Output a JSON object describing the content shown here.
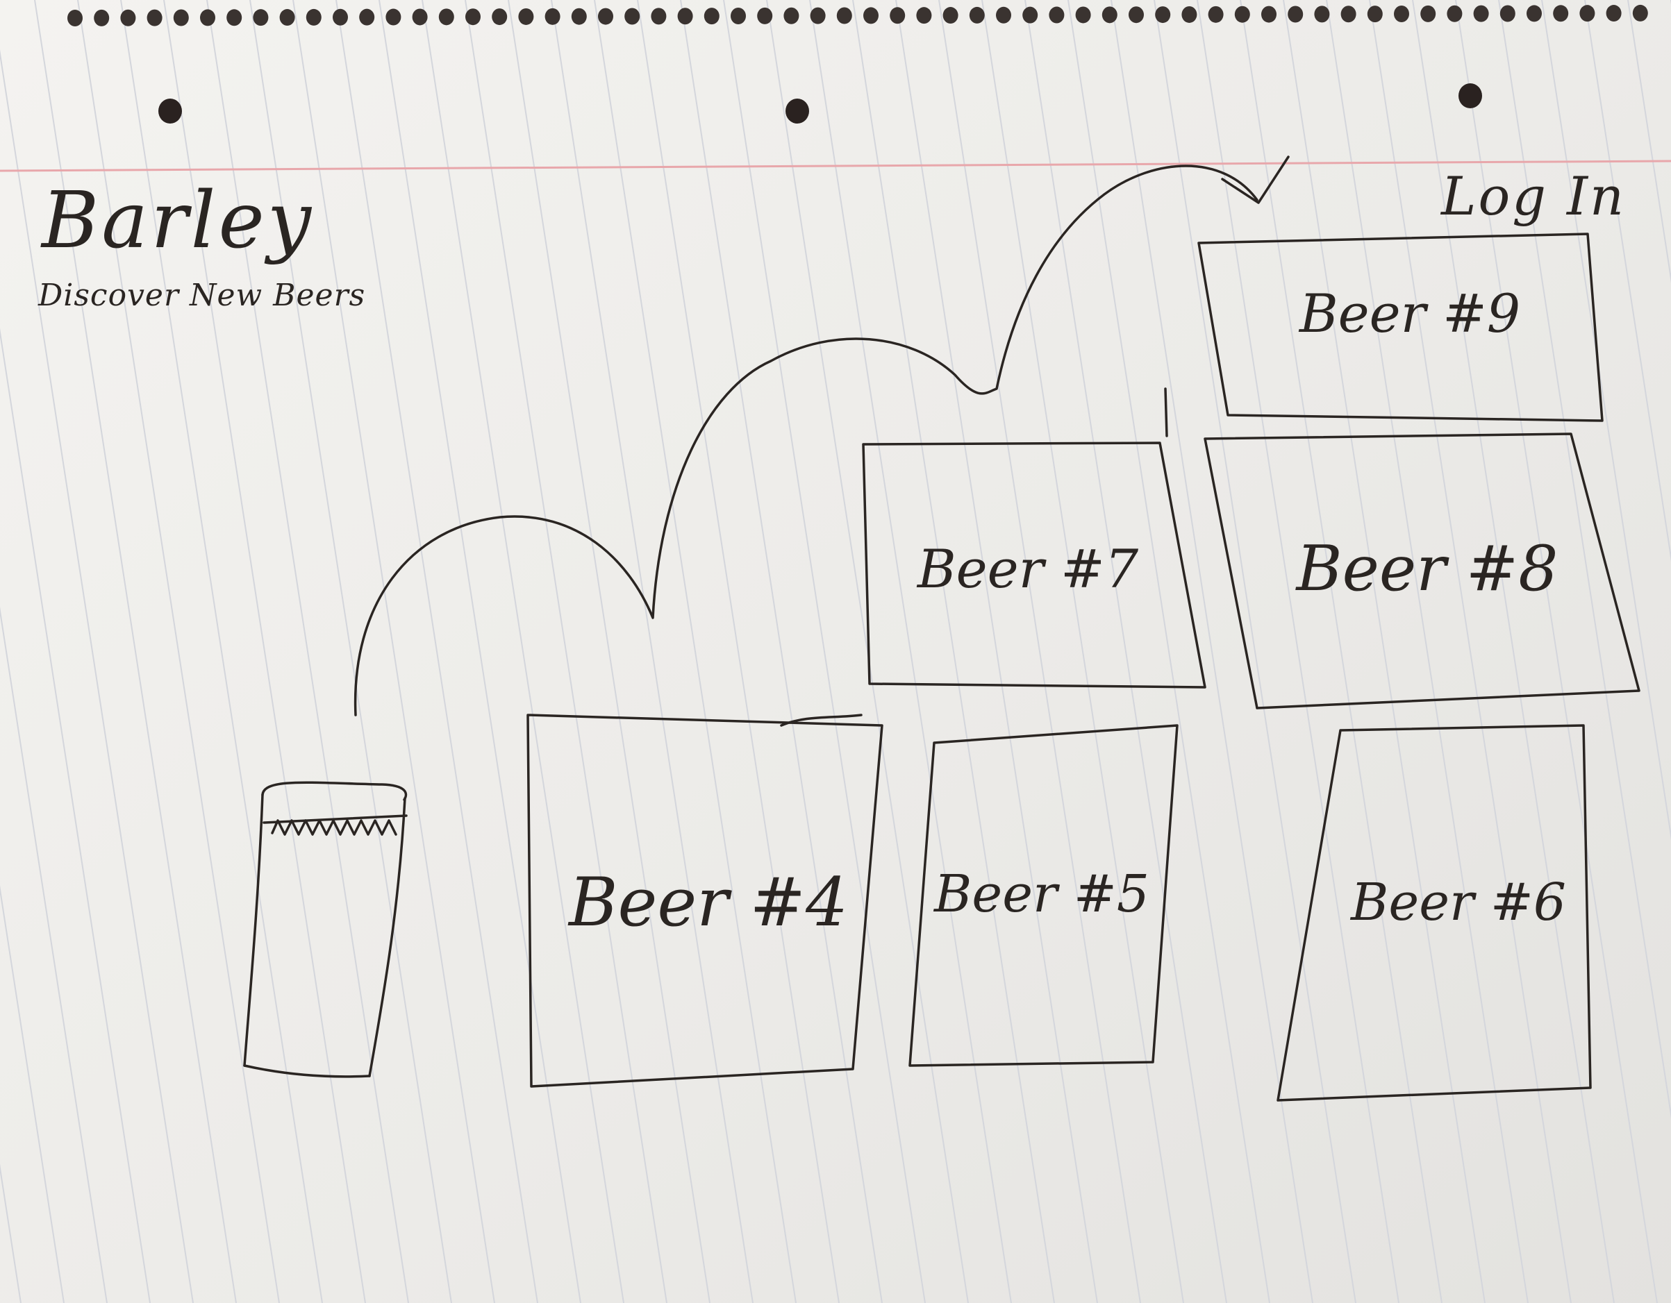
{
  "header": {
    "title": "Barley",
    "tagline": "Discover New Beers",
    "login_label": "Log In"
  },
  "beer_cards": [
    {
      "label": "Beer #4"
    },
    {
      "label": "Beer #5"
    },
    {
      "label": "Beer #6"
    },
    {
      "label": "Beer #7"
    },
    {
      "label": "Beer #8"
    },
    {
      "label": "Beer #9"
    }
  ],
  "icons": {
    "glass": "beer-glass-icon",
    "path": "curved-arrow-path"
  },
  "colors": {
    "ink": "#2a2522",
    "margin_line": "#e8a7ab",
    "rule_line": "#d4d6dc",
    "paper": "#f0efec",
    "desk": "#6b5344"
  }
}
